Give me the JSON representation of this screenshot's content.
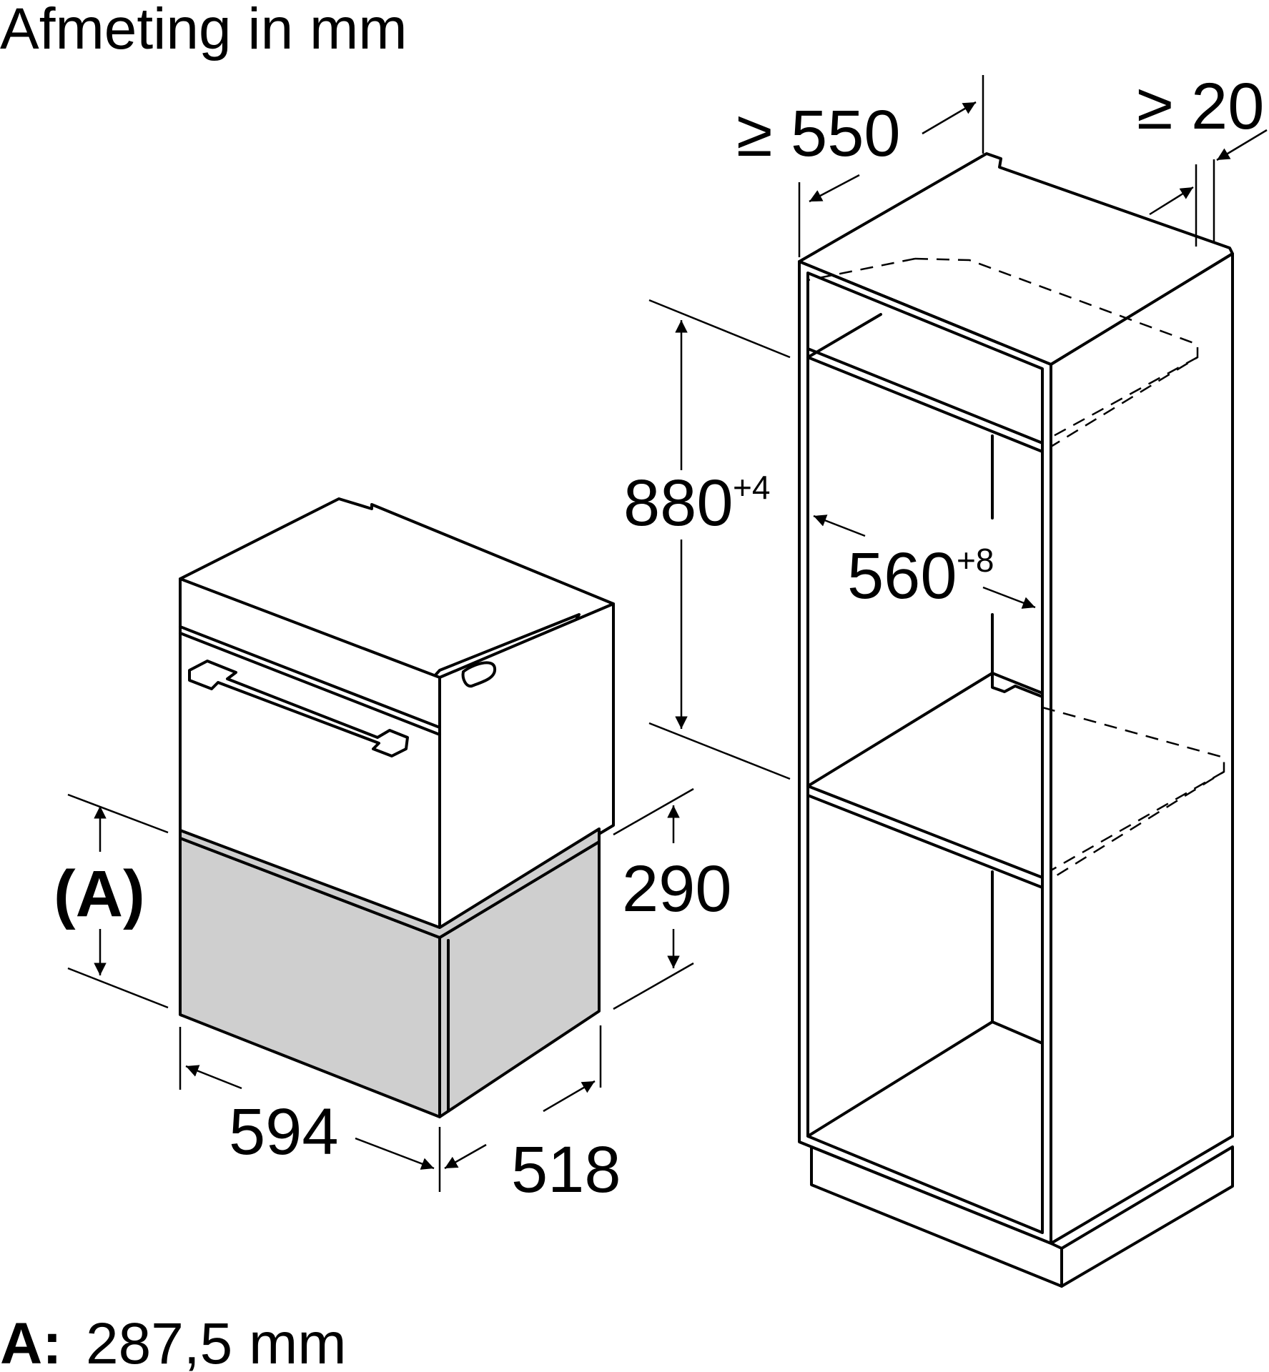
{
  "title": "Afmeting in mm",
  "dimensions": {
    "niche_depth": "≥ 550",
    "rear_gap": "≥ 20",
    "niche_height": "880",
    "niche_height_tol": "+4",
    "niche_width": "560",
    "niche_width_tol": "+8",
    "drawer_height": "290",
    "drawer_width": "594",
    "drawer_depth": "518",
    "marker_a": "(A)"
  },
  "footnote": {
    "label": "A:",
    "value": "287,5 mm"
  },
  "colors": {
    "line": "#000000",
    "drawer_fill": "#cfcfcf",
    "background": "#ffffff"
  }
}
